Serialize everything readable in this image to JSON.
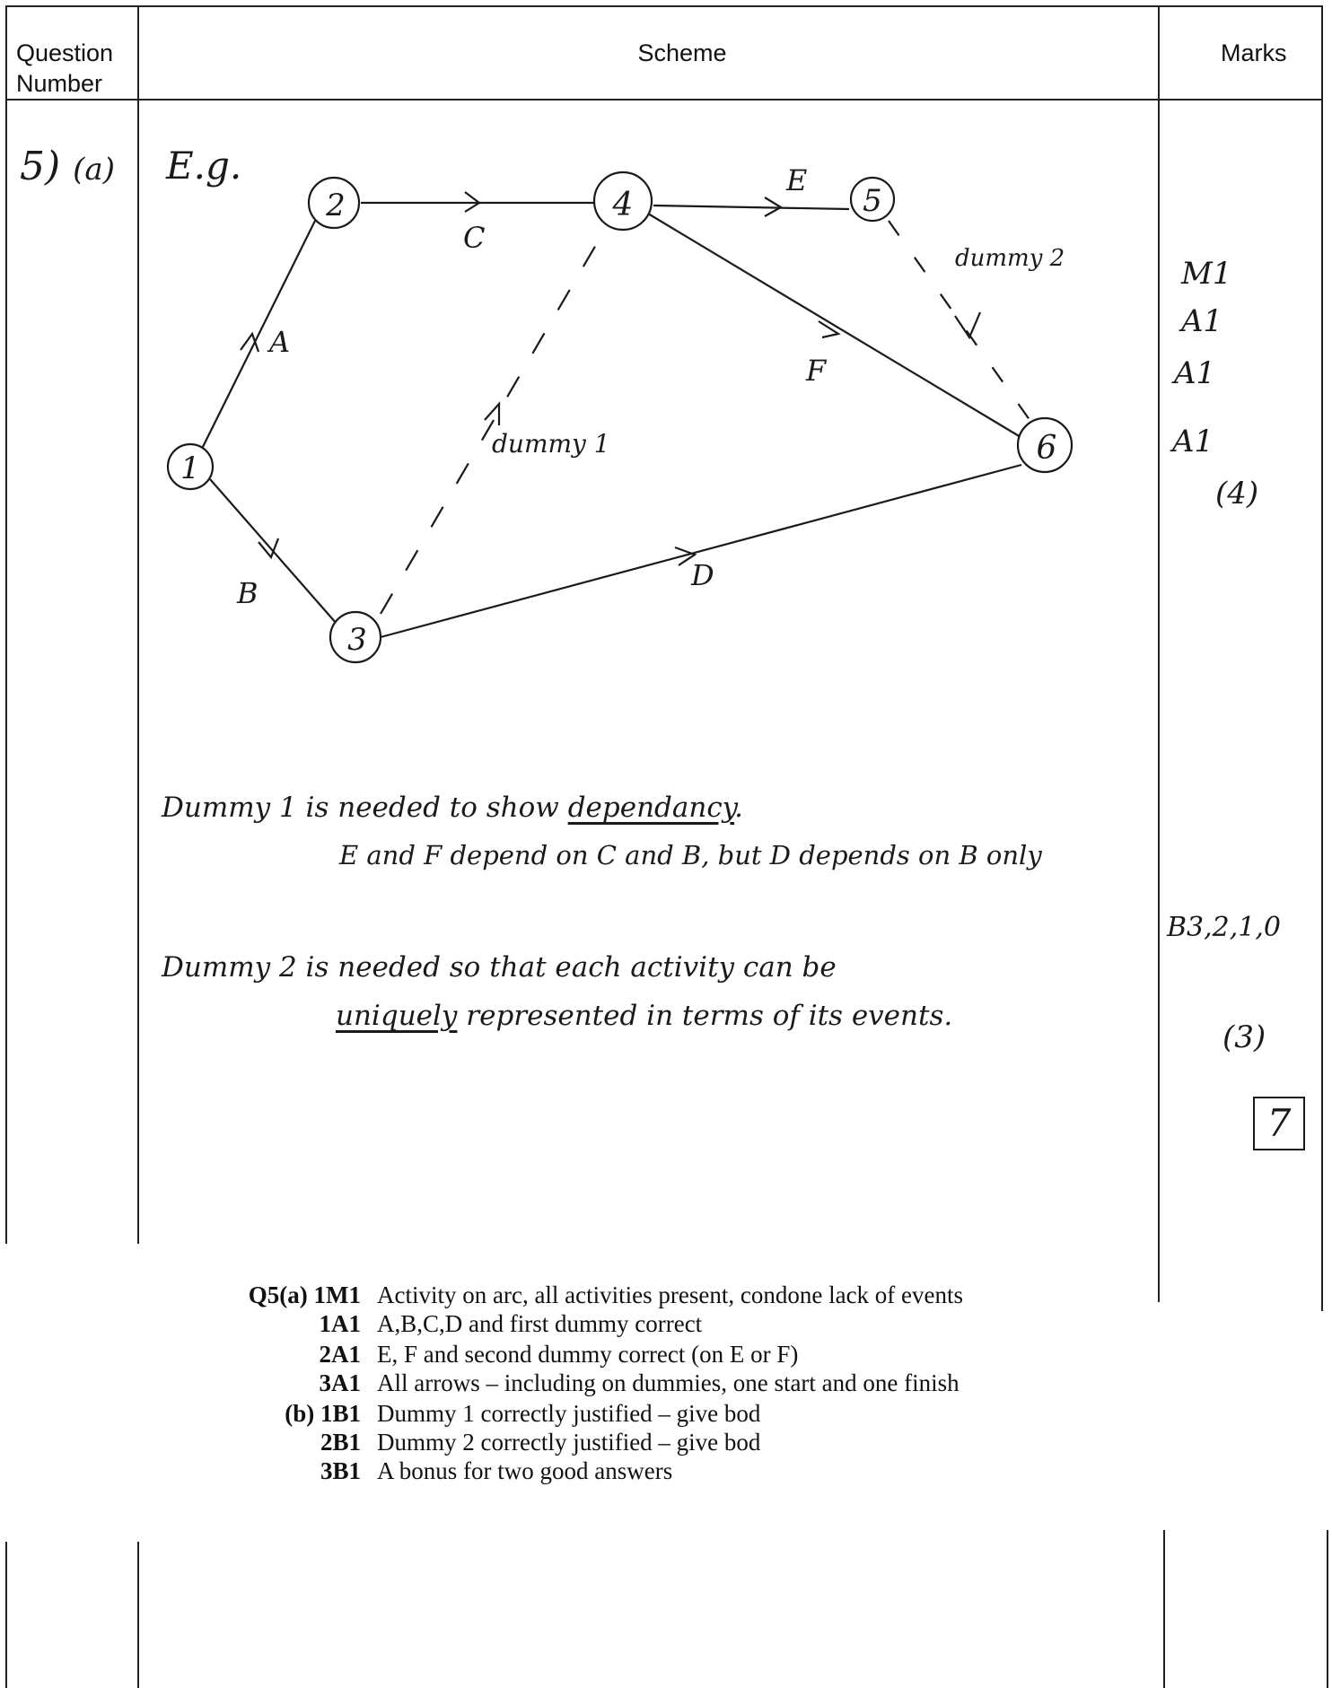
{
  "header": {
    "col1": "Question\nNumber",
    "col1_line1": "Question",
    "col1_line2": "Number",
    "col2": "Scheme",
    "col3": "Marks"
  },
  "question": {
    "number": "5)",
    "part": "(a)",
    "eg": "E.g."
  },
  "network": {
    "nodes": [
      "1",
      "2",
      "3",
      "4",
      "5",
      "6"
    ],
    "activities": [
      "A",
      "B",
      "C",
      "D",
      "E",
      "F"
    ],
    "dummy1_label": "dummy 1",
    "dummy2_label": "dummy 2"
  },
  "part_b": {
    "line1_prefix": "Dummy 1 is needed to show ",
    "line1_emph": "dependancy",
    "line1_suffix": ".",
    "line2": "E and F depend on C and B, but D depends on B only",
    "line3": "Dummy 2 is needed so that each activity can be",
    "line4_emph": "uniquely",
    "line4_suffix": " represented in terms of its events."
  },
  "marks": {
    "a": [
      "M1",
      "A1",
      "A1",
      "A1"
    ],
    "a_total": "(4)",
    "b": "B3,2,1,0",
    "b_total": "(3)",
    "grand_total": "7"
  },
  "notes": [
    {
      "label": "Q5(a)  1M1",
      "text": "Activity on arc, all activities present, condone lack of events"
    },
    {
      "label": "1A1",
      "text": "A,B,C,D and first dummy correct"
    },
    {
      "label": "2A1",
      "text": "E, F and second dummy correct (on E or F)"
    },
    {
      "label": "3A1",
      "text": "All arrows – including on dummies, one start and one finish"
    },
    {
      "label": "(b)  1B1",
      "text": "Dummy 1 correctly justified – give bod"
    },
    {
      "label": "2B1",
      "text": "Dummy 2 correctly justified – give bod"
    },
    {
      "label": "3B1",
      "text": "A bonus for two good answers"
    }
  ]
}
